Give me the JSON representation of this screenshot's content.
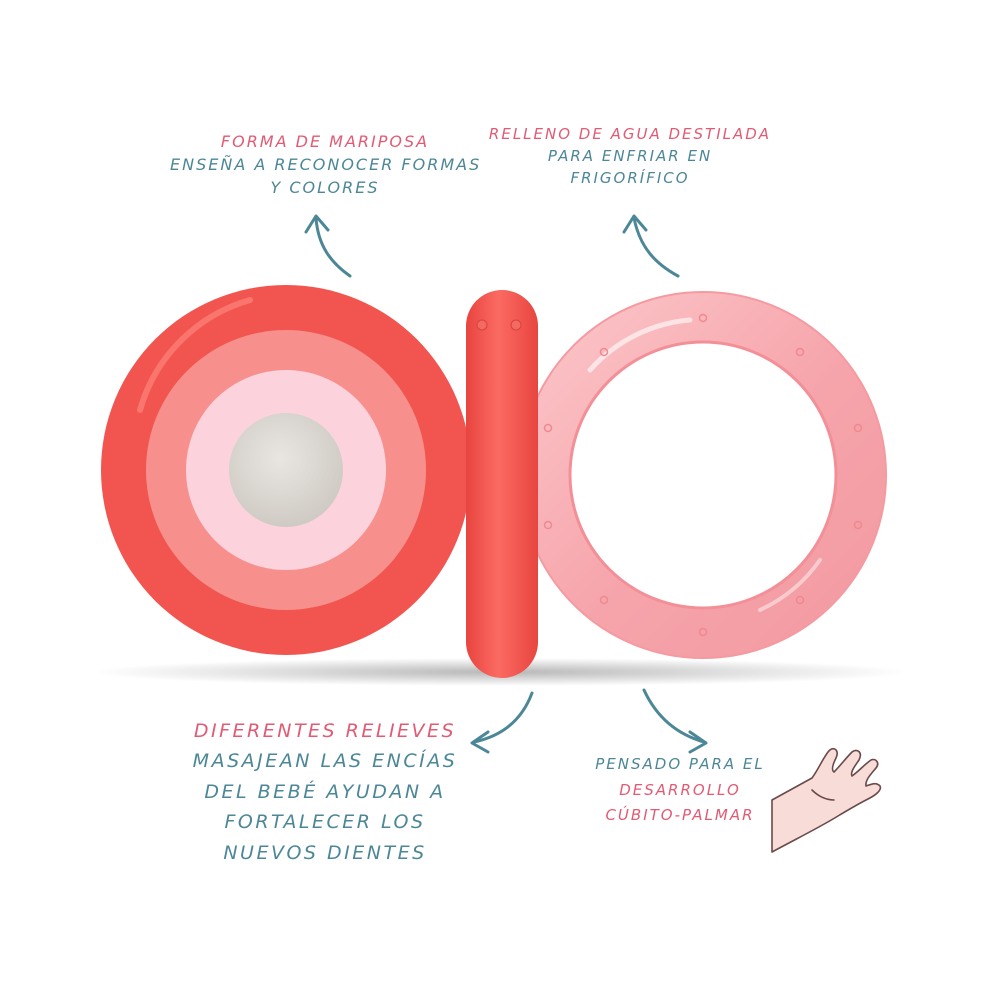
{
  "annotations": {
    "top_left": {
      "title": "Forma de mariposa",
      "lines": [
        "enseña a reconocer formas",
        "y colores"
      ]
    },
    "top_right": {
      "lines": [
        "Relleno de agua destilada",
        "para enfriar en",
        "frigorífico"
      ]
    },
    "bottom_left": {
      "title": "Diferentes relieves",
      "lines": [
        "masajean las encías",
        "del bebé ayudan a",
        "fortalecer los",
        "nuevos dientes"
      ]
    },
    "bottom_right": {
      "intro": "Pensado para el",
      "highlight_lines": [
        "desarrollo",
        "cúbito-palmar"
      ]
    }
  },
  "icons": {
    "arrows": "curved-arrow-icon",
    "hand": "baby-hand-icon"
  },
  "colors": {
    "accent_pink": "#e25a73",
    "text_blue": "#4c8797",
    "coral": "#f2554f",
    "salmon": "#f7908c",
    "light_pink": "#fcd3dc",
    "center_grey": "#dedad5",
    "ring_pink": "#f7b3b8"
  }
}
